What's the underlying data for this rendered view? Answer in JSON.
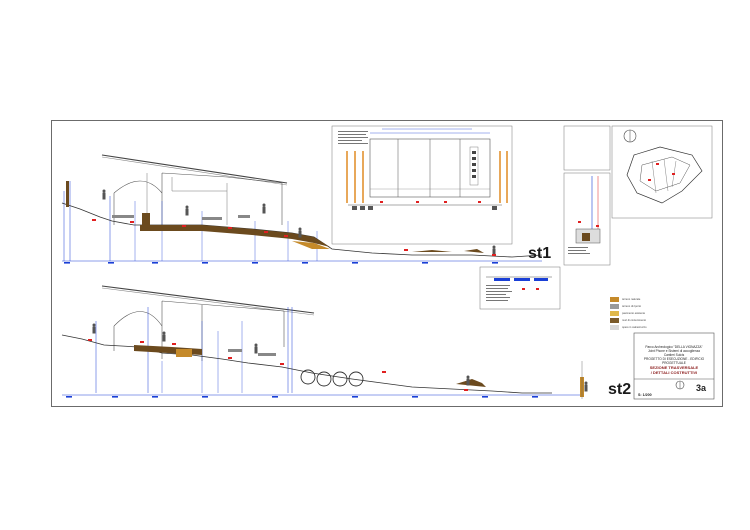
{
  "sheet": {
    "section_labels": {
      "upper": "st1",
      "lower": "st2"
    },
    "title_block": {
      "lines": [
        "Parco Archeologico \"DELLA VIGNAZZA\"",
        "Joint Phone e Sistemi di accoglienza",
        "Cantieri Sulcis",
        "PROGETTO DI ESECUZIONE - EDIFICIO PROGETTUALE"
      ],
      "heading_1": "SEZIONE TRASVERSALE",
      "heading_2": "/ DETTALI COSTRUTTIVI",
      "sheet_number": "3a",
      "scale": "S: 1/200"
    },
    "legend": [
      {
        "color": "#c58a2a",
        "label": "terreno naturale"
      },
      {
        "color": "#9a9a9a",
        "label": "terreno di riporto"
      },
      {
        "color": "#e0b84a",
        "label": "pavimento esistente"
      },
      {
        "color": "#7a5a2a",
        "label": "muri di contenimento"
      },
      {
        "color": "#d8d8d8",
        "label": "opere in calcestruzzo"
      }
    ],
    "colors": {
      "frame": "#6b6b6b",
      "line_dark": "#333333",
      "dimension_blue": "#1a3fd6",
      "accent_red": "#e02020",
      "terrain_brown": "#6b4a1e",
      "terrain_gold": "#c58a2a",
      "roof_gray": "#555555"
    }
  }
}
